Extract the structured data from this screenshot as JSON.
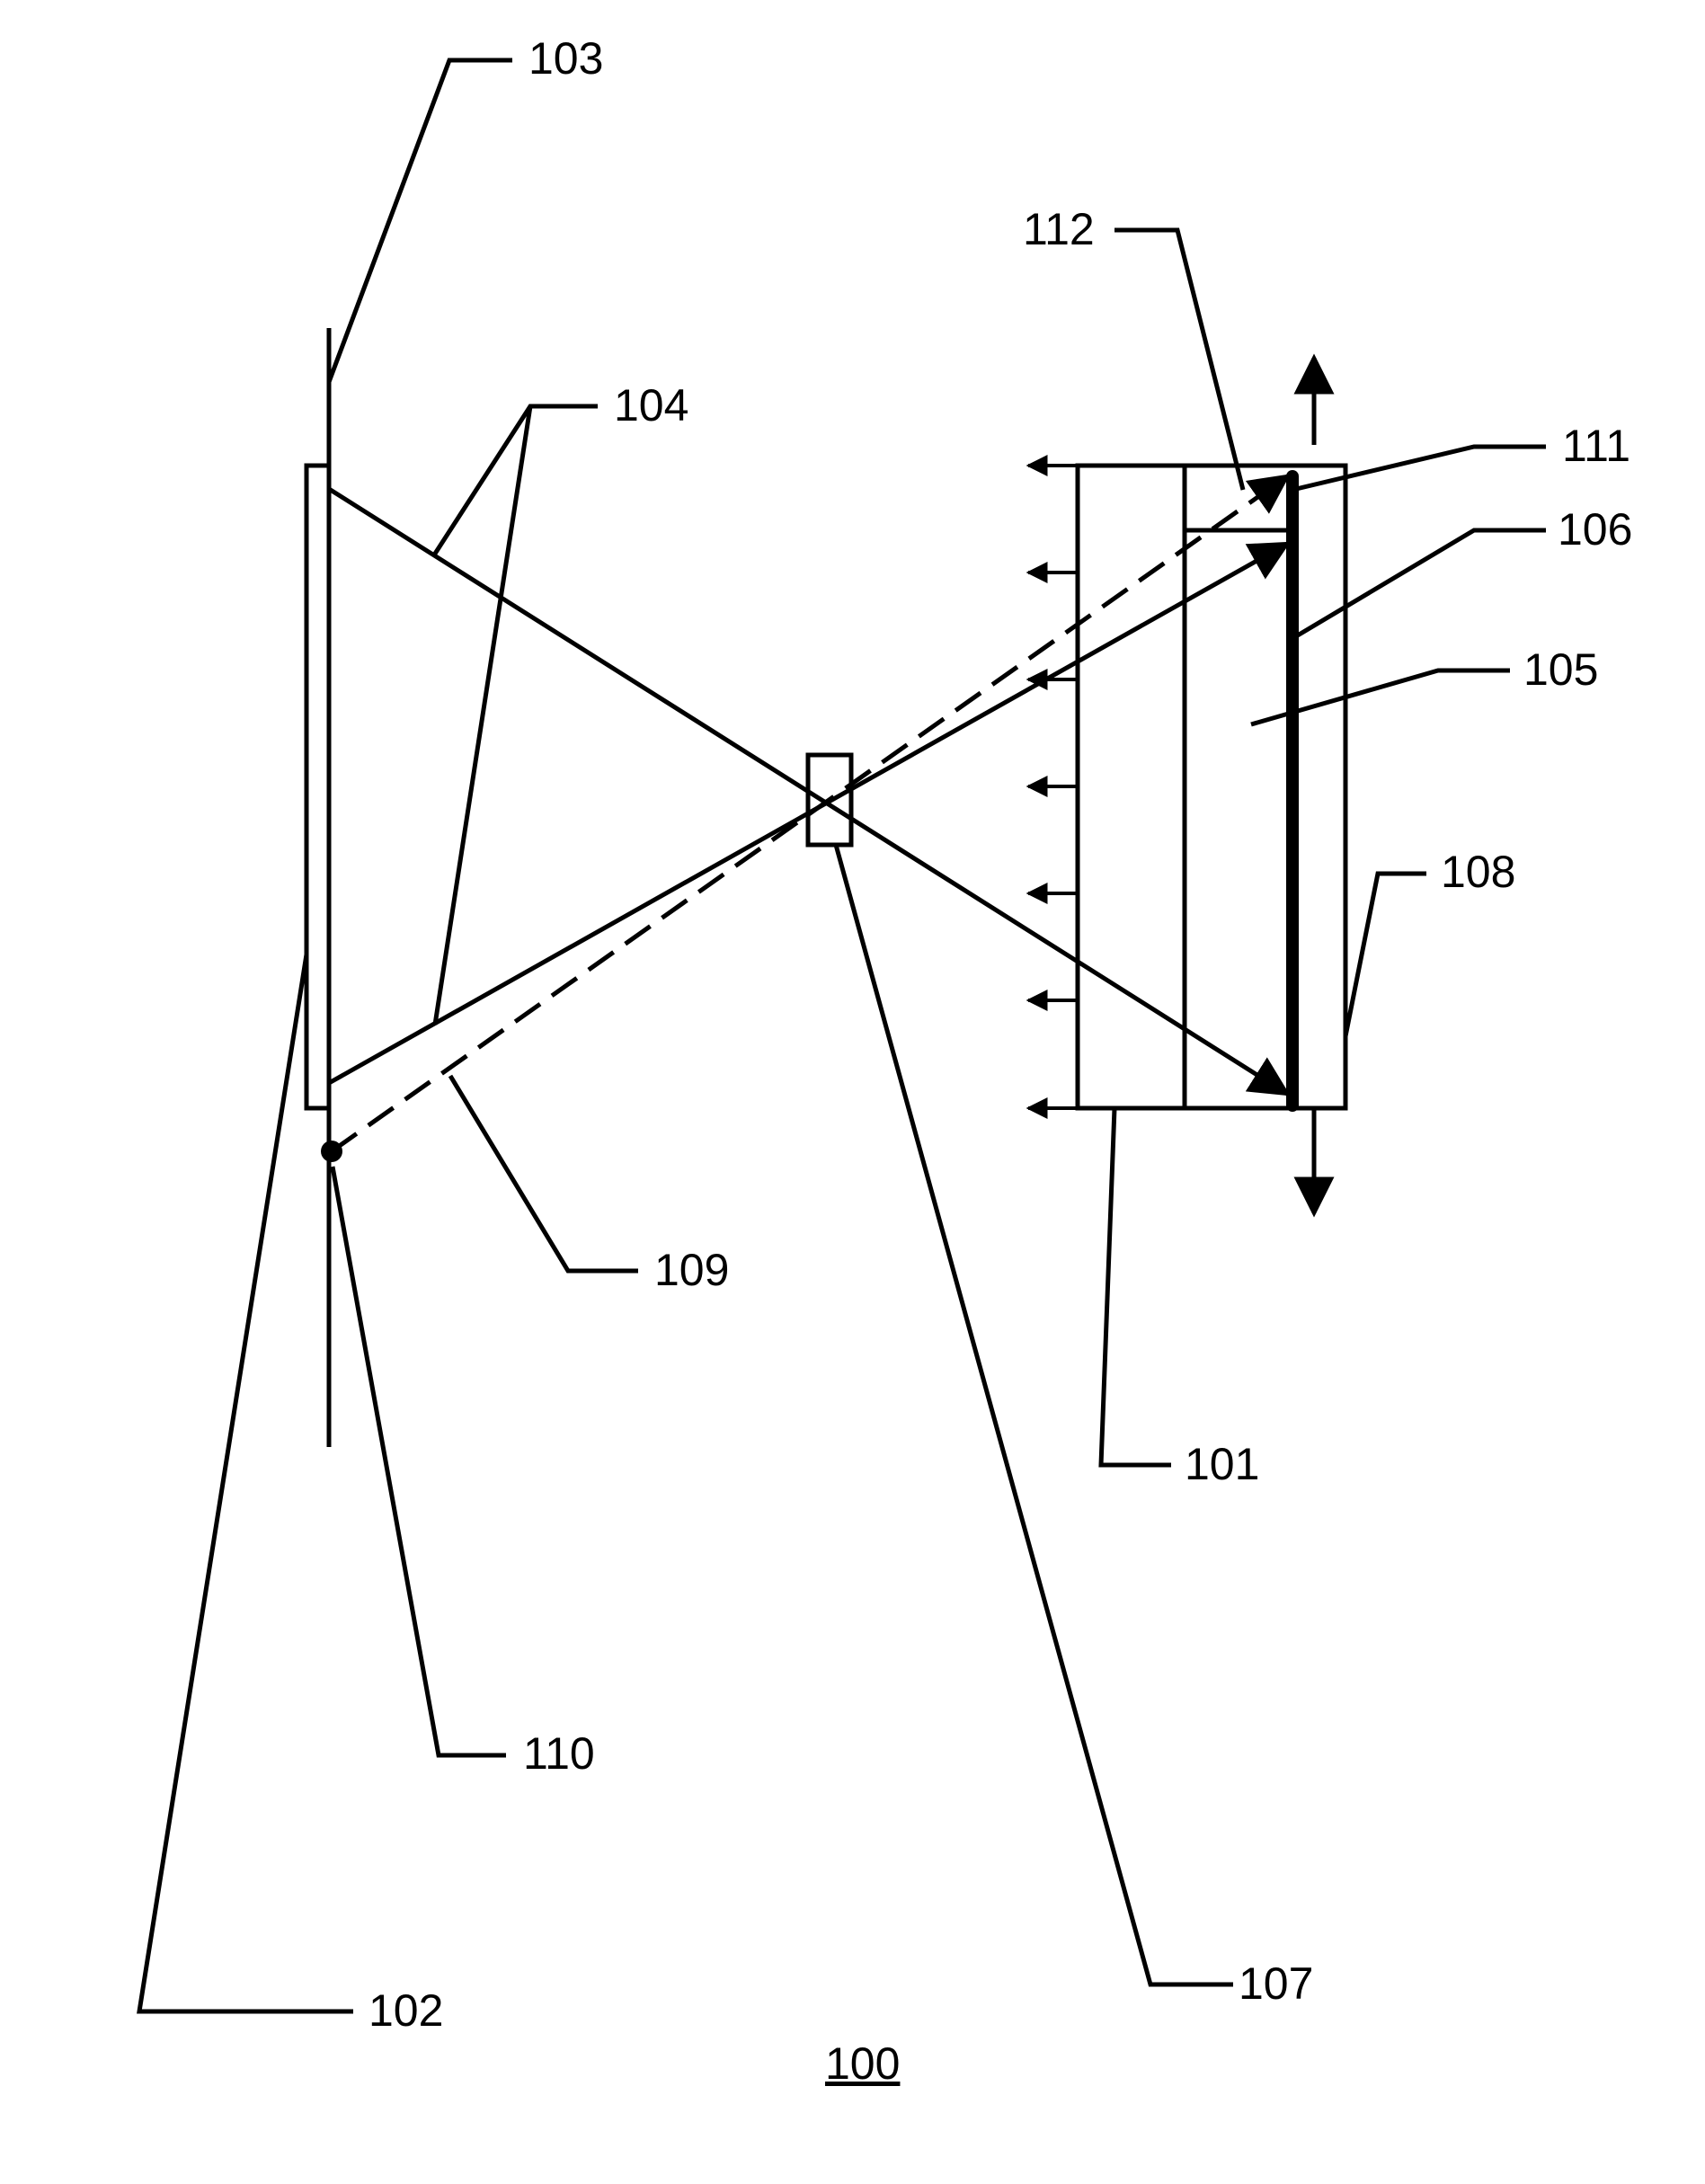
{
  "labels": {
    "l100": "100",
    "l101": "101",
    "l102": "102",
    "l103": "103",
    "l104": "104",
    "l105": "105",
    "l106": "106",
    "l107": "107",
    "l108": "108",
    "l109": "109",
    "l110": "110",
    "l111": "111",
    "l112": "112"
  }
}
